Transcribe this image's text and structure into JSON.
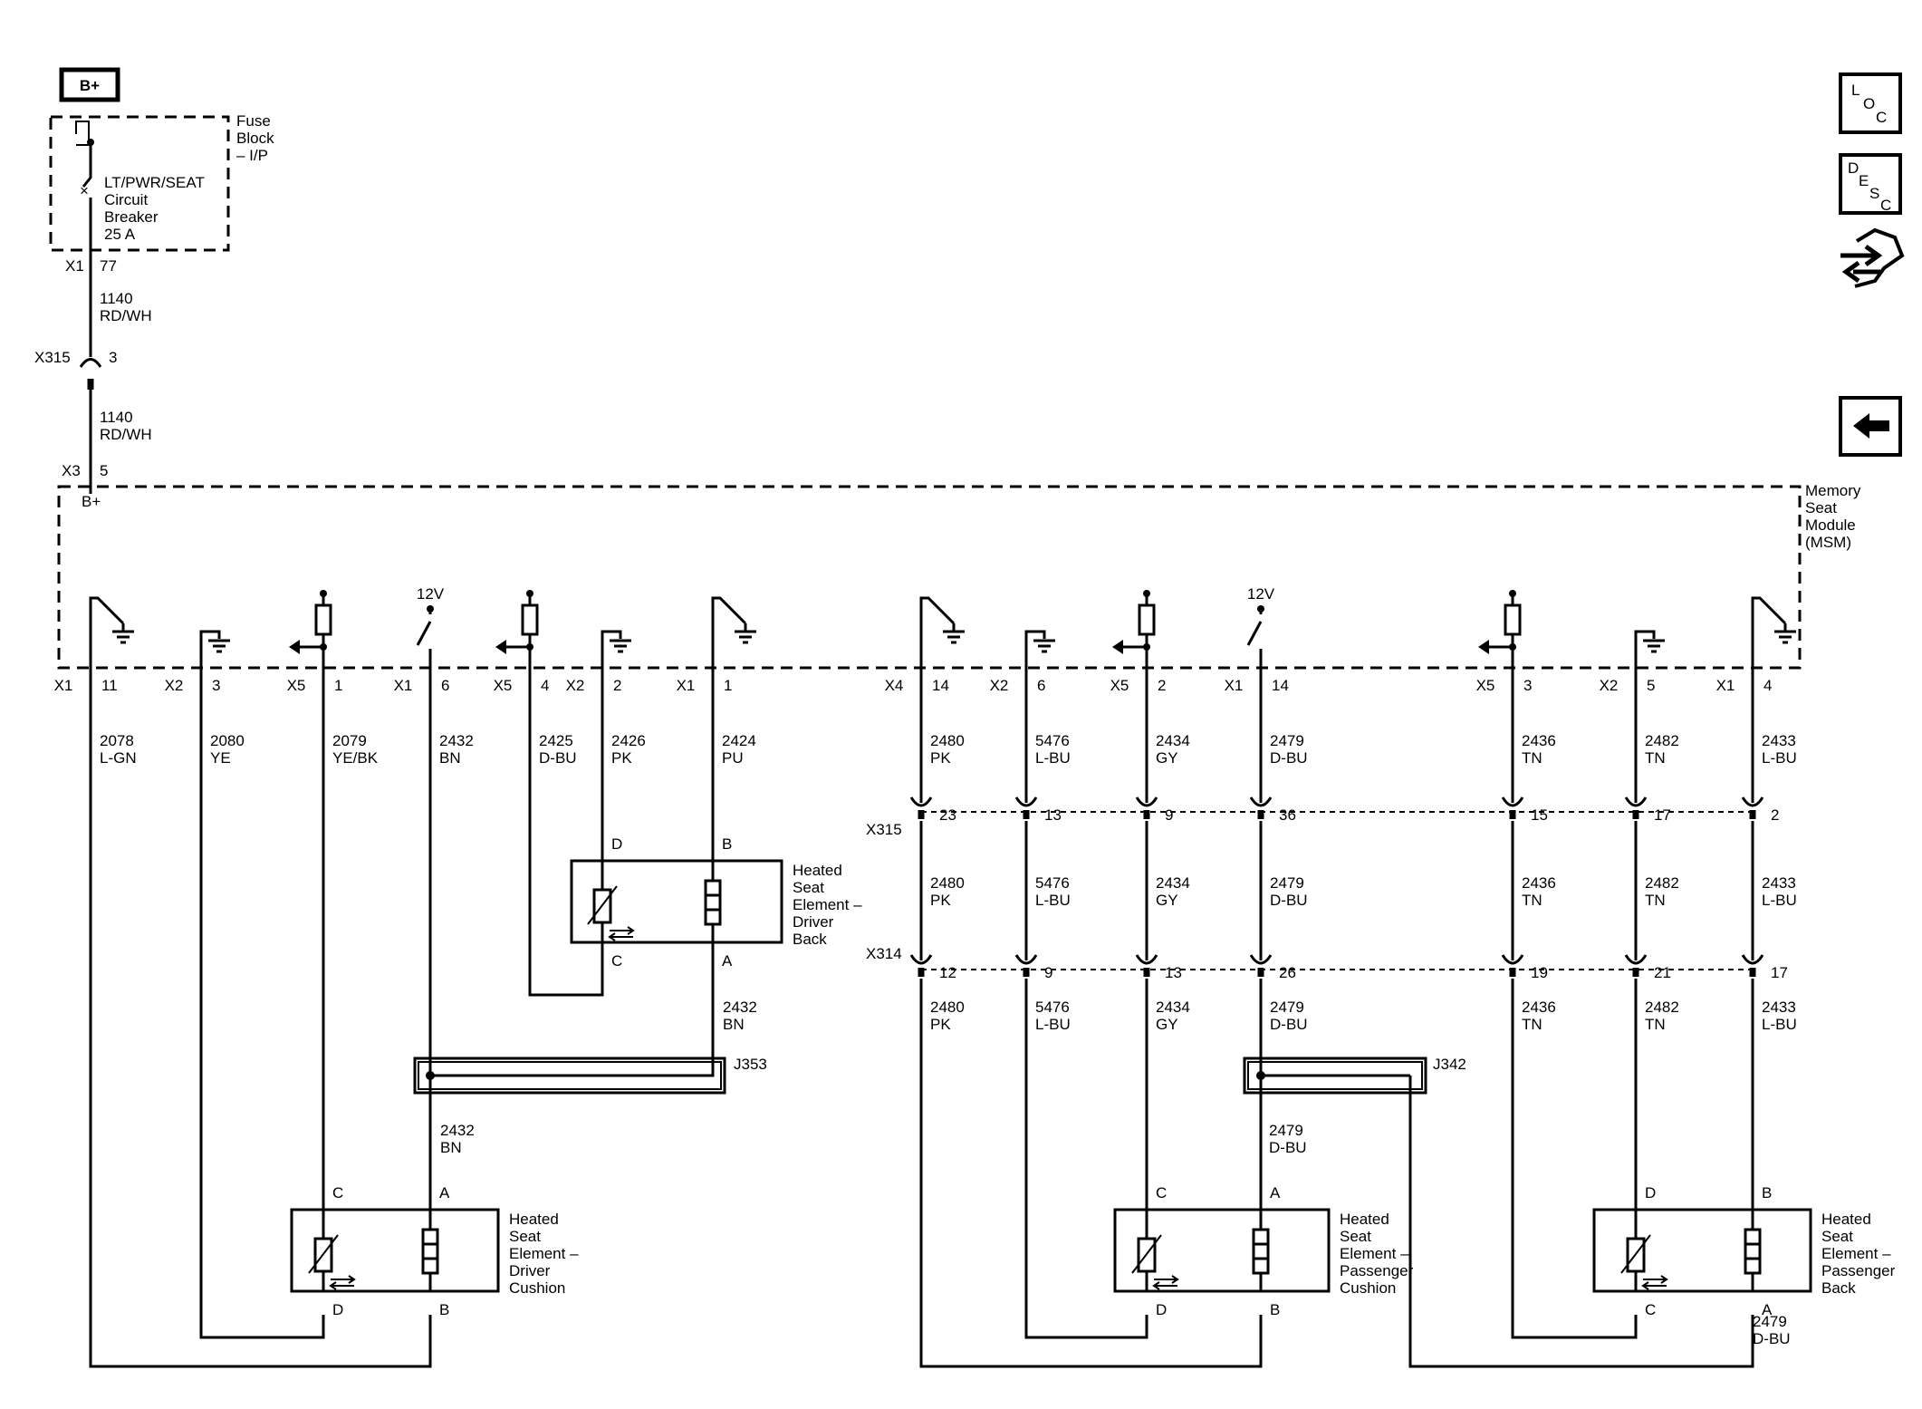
{
  "power": {
    "label": "B+"
  },
  "fuse_block": {
    "title": [
      "Fuse",
      "Block",
      "– I/P"
    ],
    "breaker": [
      "LT/PWR/SEAT",
      "Circuit",
      "Breaker",
      "25 A"
    ],
    "connector": "X1",
    "pin": "77"
  },
  "top_wire": {
    "a": [
      "1140",
      "RD/WH"
    ],
    "b": [
      "1140",
      "RD/WH"
    ]
  },
  "inline_x315": {
    "id": "X315",
    "pin": "3"
  },
  "module_entry": {
    "connector": "X3",
    "pin": "5",
    "label": "B+"
  },
  "module": {
    "title": [
      "Memory",
      "Seat",
      "Module",
      "(MSM)"
    ]
  },
  "supply": {
    "left": "12V",
    "right": "12V"
  },
  "pins": [
    {
      "conn": "X1",
      "pin": "11"
    },
    {
      "conn": "X2",
      "pin": "3"
    },
    {
      "conn": "X5",
      "pin": "1"
    },
    {
      "conn": "X1",
      "pin": "6"
    },
    {
      "conn": "X5",
      "pin": "4"
    },
    {
      "conn": "X2",
      "pin": "2"
    },
    {
      "conn": "X1",
      "pin": "1"
    },
    {
      "conn": "X4",
      "pin": "14"
    },
    {
      "conn": "X2",
      "pin": "6"
    },
    {
      "conn": "X5",
      "pin": "2"
    },
    {
      "conn": "X1",
      "pin": "14"
    },
    {
      "conn": "X5",
      "pin": "3"
    },
    {
      "conn": "X2",
      "pin": "5"
    },
    {
      "conn": "X1",
      "pin": "4"
    }
  ],
  "wires": [
    {
      "circuit": "2078",
      "color": "L-GN"
    },
    {
      "circuit": "2080",
      "color": "YE"
    },
    {
      "circuit": "2079",
      "color": "YE/BK"
    },
    {
      "circuit": "2432",
      "color": "BN"
    },
    {
      "circuit": "2425",
      "color": "D-BU"
    },
    {
      "circuit": "2426",
      "color": "PK"
    },
    {
      "circuit": "2424",
      "color": "PU"
    },
    {
      "circuit": "2480",
      "color": "PK"
    },
    {
      "circuit": "5476",
      "color": "L-BU"
    },
    {
      "circuit": "2434",
      "color": "GY"
    },
    {
      "circuit": "2479",
      "color": "D-BU"
    },
    {
      "circuit": "2436",
      "color": "TN"
    },
    {
      "circuit": "2482",
      "color": "TN"
    },
    {
      "circuit": "2433",
      "color": "L-BU"
    }
  ],
  "x315": {
    "id": "X315",
    "pins": [
      "23",
      "13",
      "9",
      "36",
      "15",
      "17",
      "2"
    ]
  },
  "x314": {
    "id": "X314",
    "pins": [
      "12",
      "9",
      "13",
      "26",
      "19",
      "21",
      "17"
    ]
  },
  "mid_wires": [
    {
      "circuit": "2480",
      "color": "PK"
    },
    {
      "circuit": "5476",
      "color": "L-BU"
    },
    {
      "circuit": "2434",
      "color": "GY"
    },
    {
      "circuit": "2479",
      "color": "D-BU"
    },
    {
      "circuit": "2436",
      "color": "TN"
    },
    {
      "circuit": "2482",
      "color": "TN"
    },
    {
      "circuit": "2433",
      "color": "L-BU"
    }
  ],
  "low_wires": [
    {
      "circuit": "2480",
      "color": "PK"
    },
    {
      "circuit": "5476",
      "color": "L-BU"
    },
    {
      "circuit": "2434",
      "color": "GY"
    },
    {
      "circuit": "2479",
      "color": "D-BU"
    },
    {
      "circuit": "2436",
      "color": "TN"
    },
    {
      "circuit": "2482",
      "color": "TN"
    },
    {
      "circuit": "2433",
      "color": "L-BU"
    }
  ],
  "splices": {
    "j353": "J353",
    "j342": "J342"
  },
  "splice_wires": {
    "j353_in": [
      "2432",
      "BN"
    ],
    "j353_out": [
      "2432",
      "BN"
    ],
    "j342_out": [
      "2479",
      "D-BU"
    ],
    "pass_back_ret": [
      "2479",
      "D-BU"
    ]
  },
  "components": {
    "driver_back": {
      "name": [
        "Heated",
        "Seat",
        "Element –",
        "Driver",
        "Back"
      ],
      "pins": [
        "D",
        "B",
        "C",
        "A"
      ]
    },
    "driver_cushion": {
      "name": [
        "Heated",
        "Seat",
        "Element –",
        "Driver",
        "Cushion"
      ],
      "pins": [
        "C",
        "A",
        "D",
        "B"
      ]
    },
    "pass_cushion": {
      "name": [
        "Heated",
        "Seat",
        "Element –",
        "Passenger",
        "Cushion"
      ],
      "pins": [
        "C",
        "A",
        "D",
        "B"
      ]
    },
    "pass_back": {
      "name": [
        "Heated",
        "Seat",
        "Element –",
        "Passenger",
        "Back"
      ],
      "pins": [
        "D",
        "B",
        "C",
        "A"
      ]
    }
  },
  "nav": {
    "loc": [
      "L",
      "O",
      "C"
    ],
    "desc": [
      "D",
      "E",
      "S",
      "C"
    ],
    "connector_icon": "connector-end-view-icon",
    "back_icon": "back-arrow-icon"
  }
}
